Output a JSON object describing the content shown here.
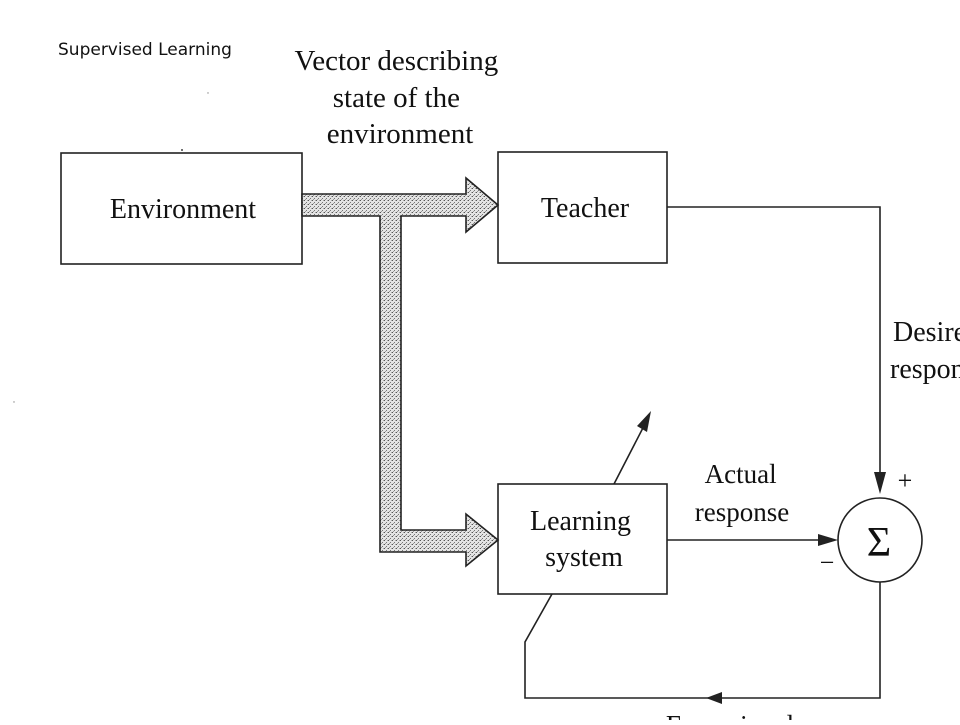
{
  "slide": {
    "title": "Supervised Learning"
  },
  "diagram": {
    "vector_label": [
      "Vector describing",
      "state of the",
      "environment"
    ],
    "environment_label": "Environment",
    "teacher_label": "Teacher",
    "learning_system_label": [
      "Learning",
      "system"
    ],
    "desired_response_label": [
      "Desired",
      "response"
    ],
    "actual_response_label": [
      "Actual",
      "response"
    ],
    "summing_symbol": "Σ",
    "plus_sign": "+",
    "minus_sign": "−",
    "error_signal_label": "Error signal"
  }
}
